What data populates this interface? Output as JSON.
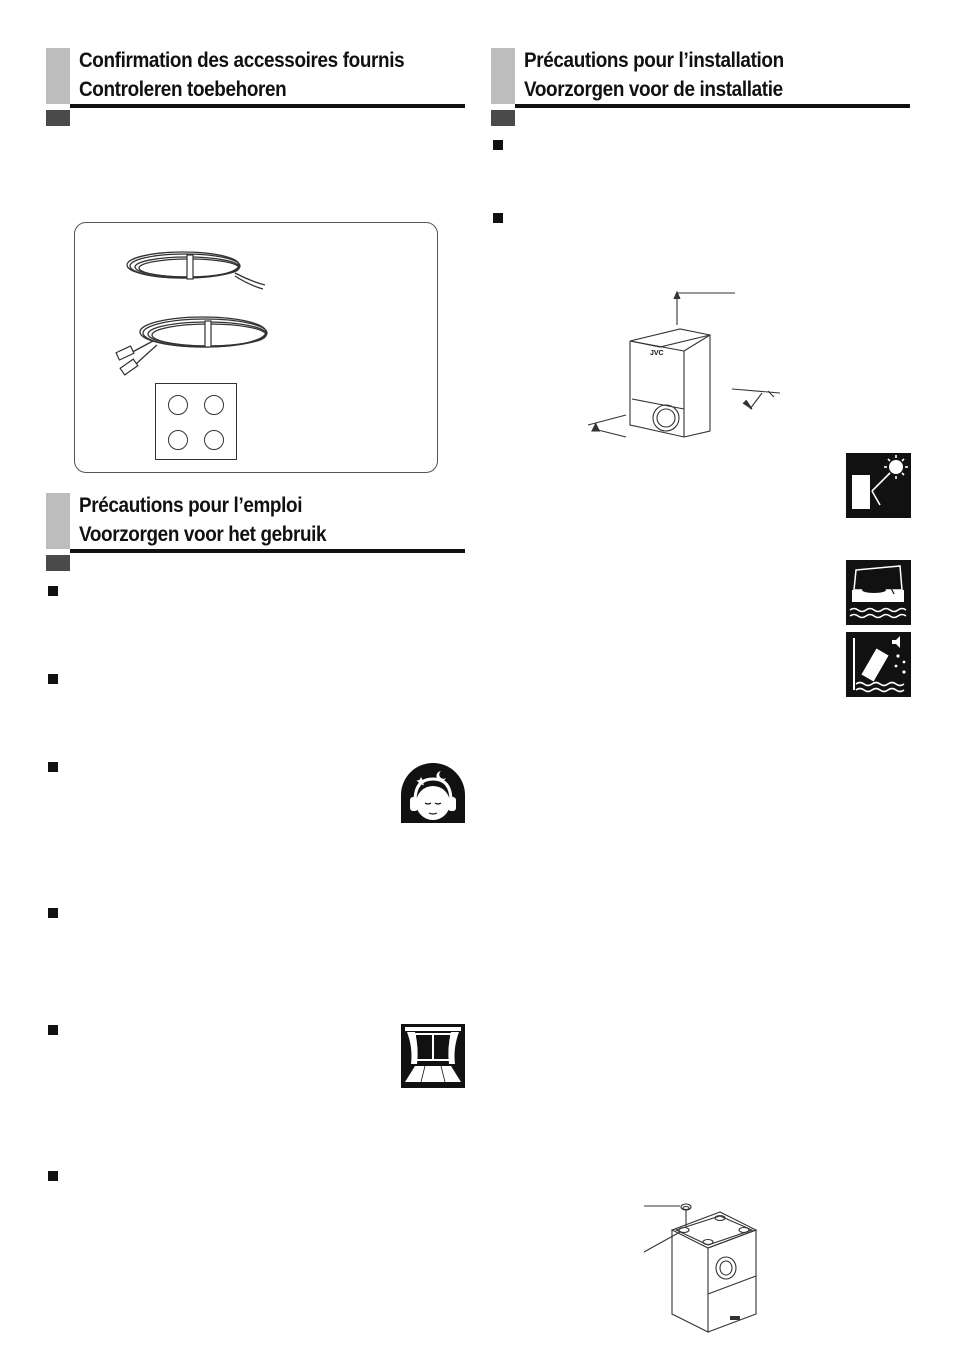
{
  "left_column": {
    "accessories": {
      "heading_fr": "Confirmation des accessoires fournis",
      "heading_nl": "Controleren toebehoren"
    },
    "use": {
      "heading_fr": "Précautions pour l’emploi",
      "heading_nl": "Voorzorgen voor het gebruik"
    }
  },
  "right_column": {
    "installation": {
      "heading_fr": "Précautions pour l’installation",
      "heading_nl": "Voorzorgen voor de installatie"
    },
    "speaker_brand": "JVC"
  },
  "icons": [
    "sun-heat-icon",
    "turntable-vibration-icon",
    "water-splash-icon",
    "headphones-night-icon",
    "window-ventilation-icon"
  ]
}
